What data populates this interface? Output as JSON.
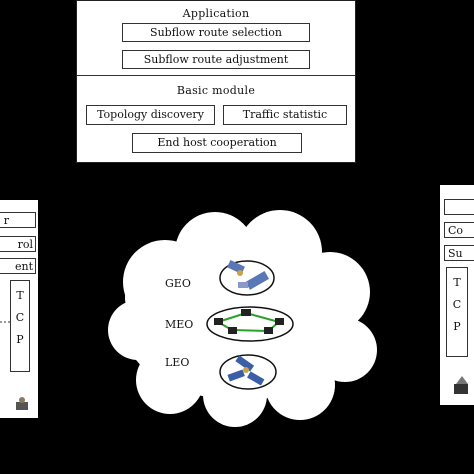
{
  "controller": {
    "application_title": "Application",
    "app_boxes": [
      "Subflow route selection",
      "Subflow route adjustment"
    ],
    "basic_title": "Basic module",
    "basic_boxes": [
      "Topology discovery",
      "Traffic statistic",
      "End host cooperation"
    ]
  },
  "host_left": {
    "boxes": [
      "r",
      "rol",
      "ent"
    ],
    "tcp": [
      "T",
      "C",
      "P"
    ]
  },
  "host_right": {
    "boxes": [
      "",
      "Co",
      "Su"
    ],
    "tcp": [
      "T",
      "C",
      "P"
    ]
  },
  "network": {
    "orbits": [
      "GEO",
      "MEO",
      "LEO"
    ]
  },
  "colors": {
    "background": "#000000",
    "panel": "#ffffff",
    "link": "#2ca02c",
    "satellite": "#3a5fa8"
  }
}
